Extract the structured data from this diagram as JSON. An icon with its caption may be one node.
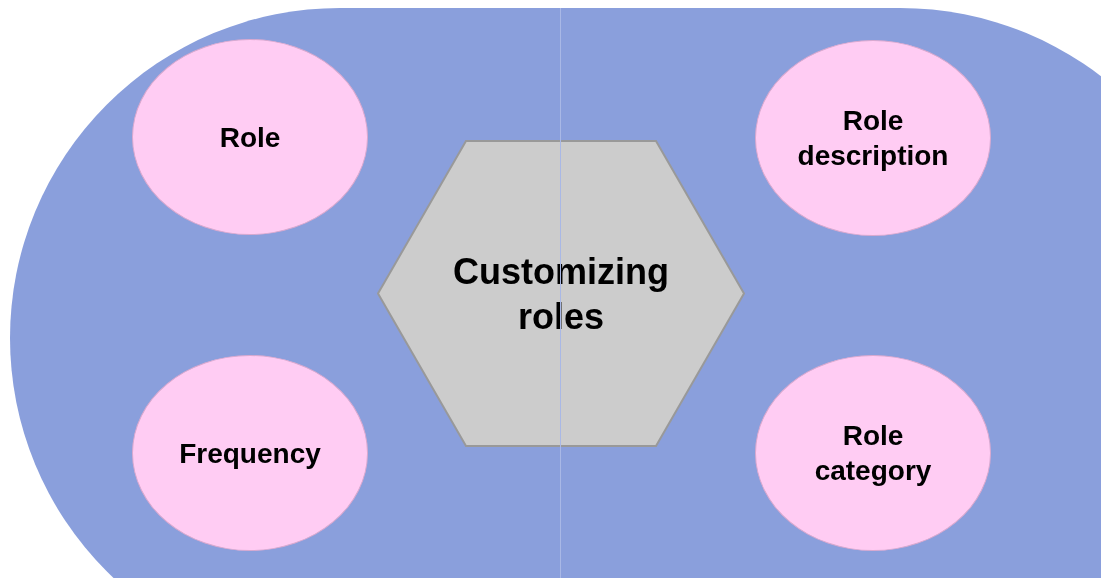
{
  "diagram": {
    "nodes": [
      {
        "text": [],
        "shape": "box"
      },
      {
        "text": [
          "Role"
        ],
        "in": 0
      },
      {
        "text": [
          "Customizing roles"
        ],
        "in": 0
      },
      {
        "text": [
          "Role description"
        ],
        "in": 0
      },
      {
        "text": [
          "Frequency"
        ],
        "in": 0
      },
      {
        "text": [
          "Role category"
        ],
        "in": 0
      }
    ]
  }
}
